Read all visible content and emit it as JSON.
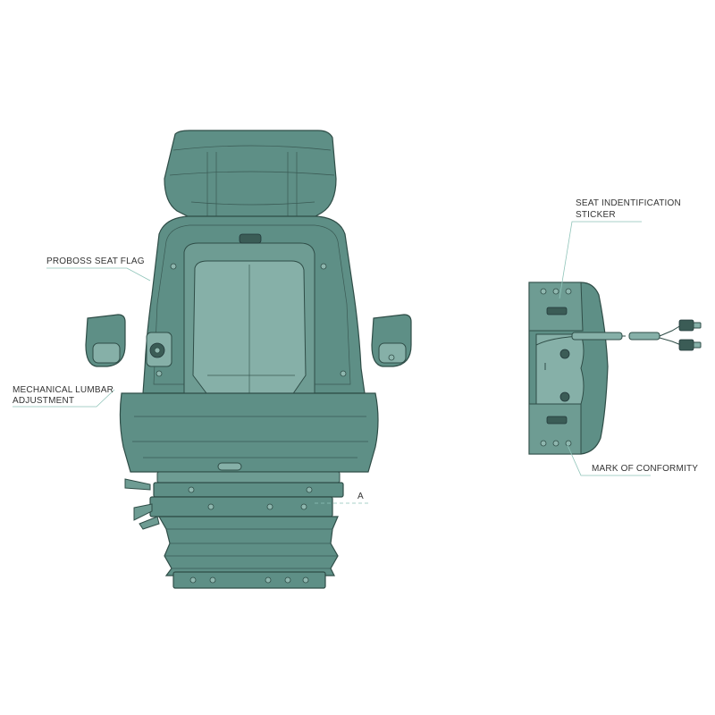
{
  "labels": {
    "seat_flag": "PROBOSS SEAT FLAG",
    "lumbar_line1": "MECHANICAL LUMBAR",
    "lumbar_line2": "ADJUSTMENT",
    "sticker_line1": "SEAT INDENTIFICATION",
    "sticker_line2": "STICKER",
    "conformity": "MARK OF CONFORMITY",
    "section": "A"
  },
  "colors": {
    "seat_body": "#5e8f86",
    "outline": "#2f4d47",
    "leader_line": "#8fc4b9"
  }
}
